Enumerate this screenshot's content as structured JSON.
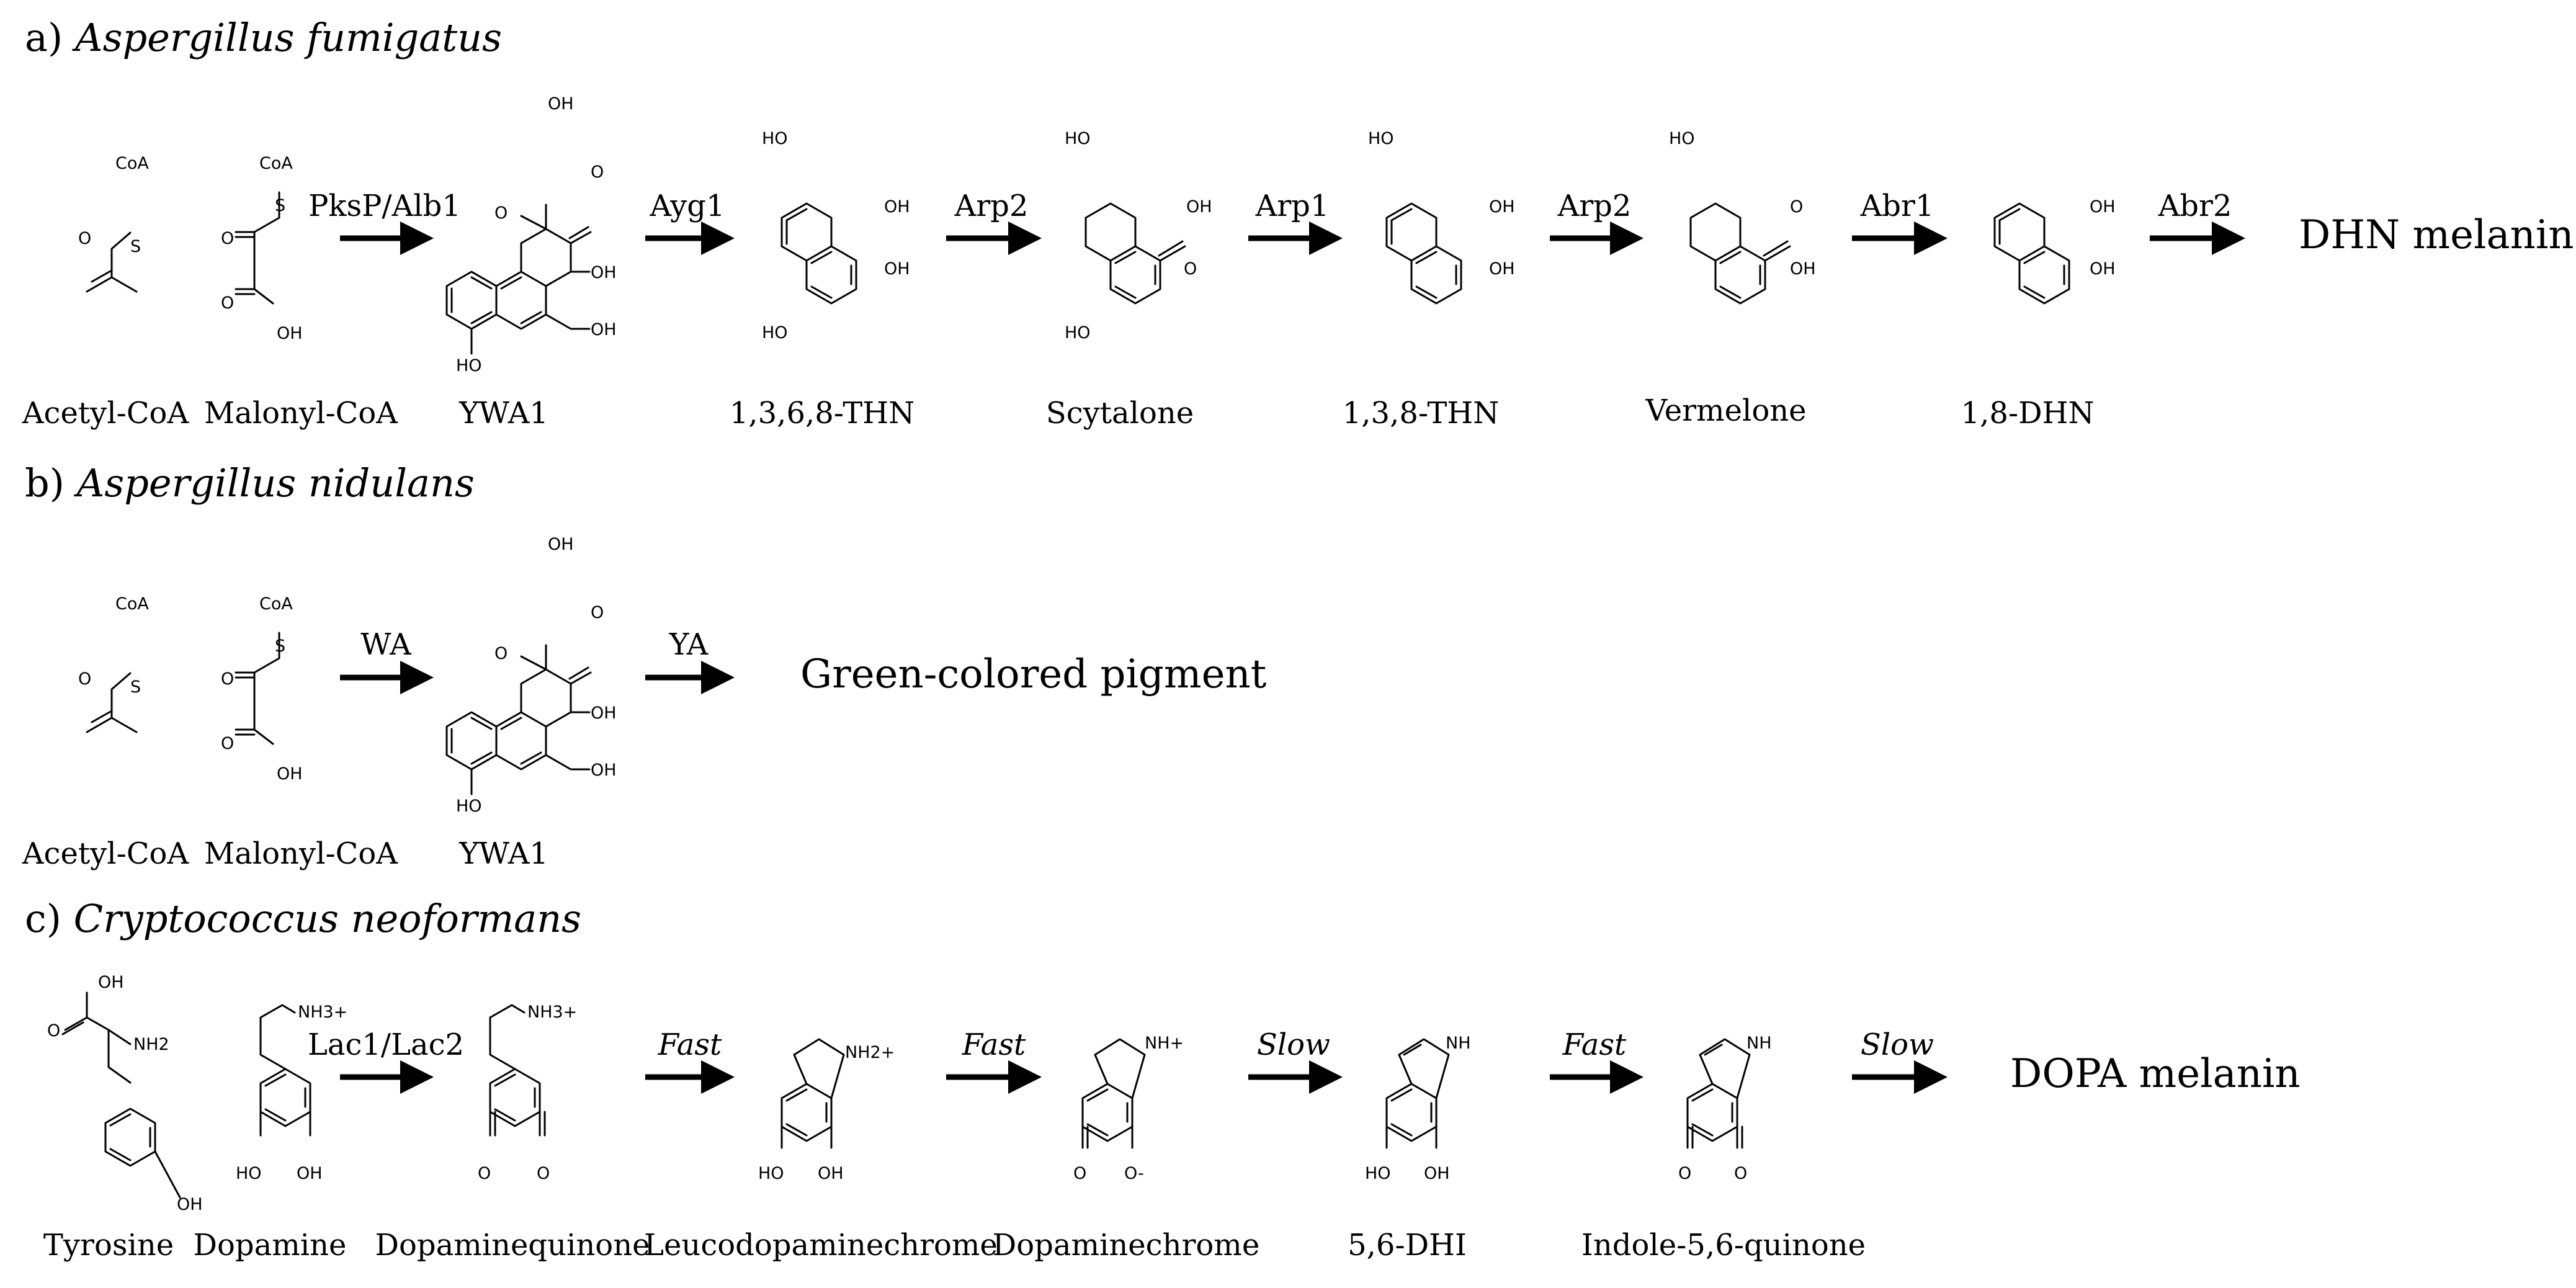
{
  "panels": [
    {
      "label": "a)",
      "organism": "Aspergillus  fumigatus",
      "compounds": [
        "Acetyl-CoA",
        "Malonyl-CoA",
        "YWA1",
        "1,3,6,8-THN",
        "Scytalone",
        "1,3,8-THN",
        "Vermelone",
        "1,8-DHN"
      ],
      "enzymes": [
        "PksP/Alb1",
        "Ayg1",
        "Arp2",
        "Arp1",
        "Arp2",
        "Abr1",
        "Abr2"
      ],
      "product": "DHN melanin"
    },
    {
      "label": "b)",
      "organism": "Aspergillus  nidulans",
      "compounds": [
        "Acetyl-CoA",
        "Malonyl-CoA",
        "YWA1"
      ],
      "enzymes": [
        "WA",
        "YA"
      ],
      "product": "Green-colored pigment"
    },
    {
      "label": "c)",
      "organism": "Cryptococcus neoformans",
      "compounds": [
        "Tyrosine",
        "Dopamine",
        "Dopaminequinone",
        "Leucodopaminechrome",
        "Dopaminechrome",
        "5,6-DHI",
        "Indole-5,6-quinone"
      ],
      "enzymes": [
        "Lac1/Lac2",
        "Fast",
        "Fast",
        "Slow",
        "Fast",
        "Slow"
      ],
      "product": "DOPA melanin"
    }
  ],
  "atoms": {
    "coa": "CoA",
    "s": "S",
    "o": "O",
    "oh": "OH",
    "ho": "HO",
    "nh2": "NH2",
    "nh3": "NH3+",
    "nh2plus": "NH2+",
    "nhplus": "NH+",
    "nh": "NH",
    "ominus": "O-"
  }
}
